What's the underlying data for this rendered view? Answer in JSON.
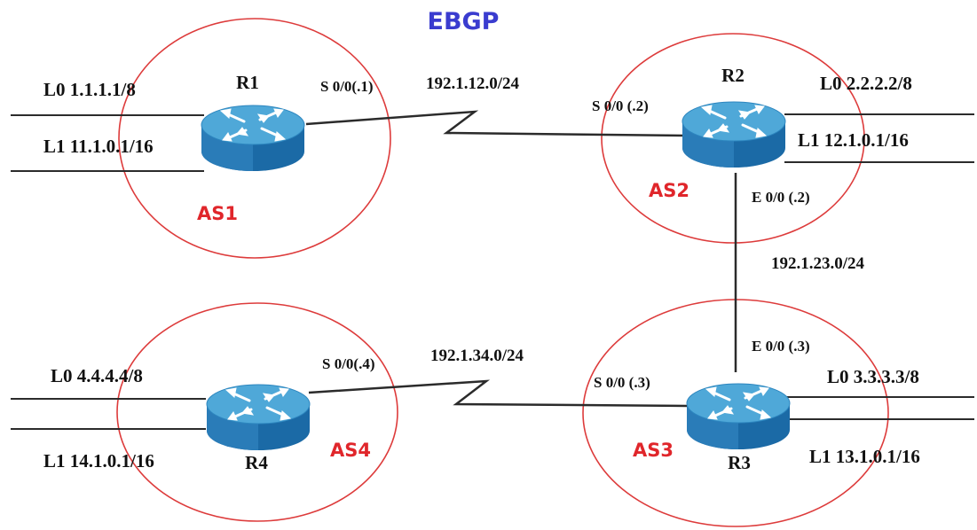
{
  "title": "EBGP",
  "colors": {
    "title": "#3a3ccf",
    "as_label": "#e0262b",
    "as_circle": "#dd3b3b",
    "router_top": "#4fa8d8",
    "router_body": "#1b6aa6",
    "router_side": "#0e4f82"
  },
  "routers": {
    "r1": {
      "name": "R1",
      "as": "AS1",
      "icon": "router-icon",
      "lo0": "L0 1.1.1.1/8",
      "lo1": "L1 11.1.0.1/16",
      "serial": "S 0/0(.1)"
    },
    "r2": {
      "name": "R2",
      "as": "AS2",
      "icon": "router-icon",
      "lo0": "L0 2.2.2.2/8",
      "lo1": "L1 12.1.0.1/16",
      "serial": "S 0/0 (.2)",
      "eth": "E 0/0 (.2)"
    },
    "r3": {
      "name": "R3",
      "as": "AS3",
      "icon": "router-icon",
      "lo0": "L0 3.3.3.3/8",
      "lo1": "L1 13.1.0.1/16",
      "serial": "S 0/0 (.3)",
      "eth": "E 0/0 (.3)"
    },
    "r4": {
      "name": "R4",
      "as": "AS4",
      "icon": "router-icon",
      "lo0": "L0 4.4.4.4/8",
      "lo1": "L1 14.1.0.1/16",
      "serial": "S 0/0(.4)"
    }
  },
  "links": {
    "r1_r2": "192.1.12.0/24",
    "r2_r3": "192.1.23.0/24",
    "r3_r4": "192.1.34.0/24"
  }
}
